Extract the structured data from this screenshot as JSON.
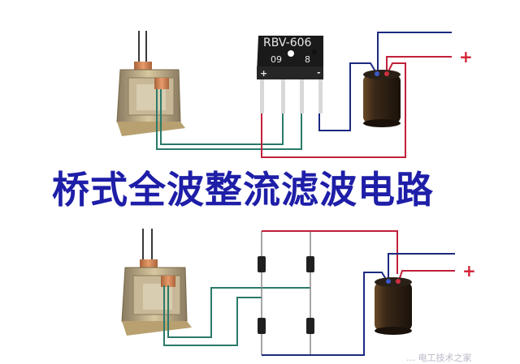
{
  "title": "桥式全波整流滤波电路",
  "colors": {
    "title": "#1e1ea8",
    "wire_red": "#c0203a",
    "wire_blue": "#1c2a80",
    "wire_teal": "#2a7a6a",
    "plus_sign": "#d22030"
  },
  "top_circuit": {
    "bridge_rectifier": {
      "model": "RBV-606",
      "marking_left": "09",
      "marking_right": "8",
      "pin_plus": "+",
      "pin_minus": "-"
    },
    "output_positive_label": "+"
  },
  "bottom_circuit": {
    "diode_count": 4,
    "output_positive_label": "+"
  },
  "watermark": "…  电工技术之家"
}
